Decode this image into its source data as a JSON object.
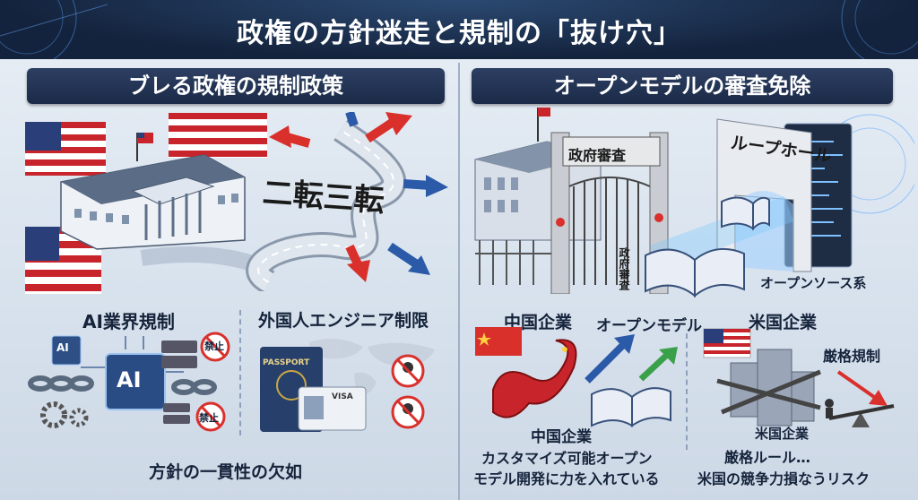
{
  "title": "政権の方針迷走と規制の「抜け穴」",
  "left": {
    "header": "ブレる政権の規制政策",
    "road_label": "二転三転",
    "ai_regulation": {
      "label": "AI業界規制",
      "chip_text": "AI",
      "chip_small": "AI",
      "prohibited_1": "禁止",
      "prohibited_2": "禁止"
    },
    "foreign_engineers": {
      "label": "外国人エンジニア制限",
      "passport_text": "PASSPORT",
      "visa_text": "VISA"
    },
    "bottom_note": "方針の一貫性の欠如"
  },
  "right": {
    "header": "オープンモデルの審査免除",
    "gate_sign": "政府審査",
    "gate_side": "政府審査",
    "loophole": "ループホール",
    "open_source": "オープンソース系",
    "china_top": "中国企業",
    "open_model": "オープンモデル",
    "us_top": "米国企業",
    "strict": "厳格規制",
    "china_caption_title": "中国企業",
    "china_caption_line1": "カスタマイズ可能オープン",
    "china_caption_line2": "モデル開発に力を入れている",
    "us_caption_title": "米国企業",
    "us_caption_line1": "厳格ルール…",
    "us_caption_line2": "米国の競争力損なうリスク"
  },
  "colors": {
    "header_bg": "#1b2a47",
    "accent_red": "#d9302c",
    "accent_blue": "#2b5aa8",
    "text_dark": "#15233b"
  }
}
